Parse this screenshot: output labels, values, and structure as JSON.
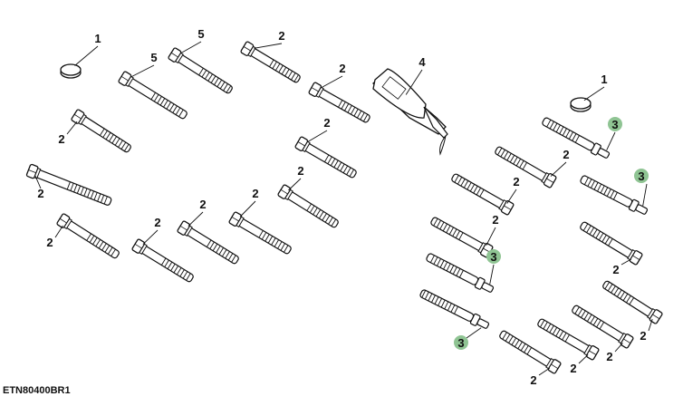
{
  "figure_id": "ETN80400BR1",
  "colors": {
    "highlight": "#8fc493",
    "line": "#111111"
  },
  "parts": [
    {
      "kind": "plug",
      "label": "1"
    },
    {
      "kind": "bolt",
      "label": "5"
    },
    {
      "kind": "bolt",
      "label": "5"
    },
    {
      "kind": "bolt",
      "label": "2"
    },
    {
      "kind": "bolt",
      "label": "2"
    },
    {
      "kind": "bolt",
      "label": "2"
    },
    {
      "kind": "bolt",
      "label": "2"
    },
    {
      "kind": "bolt",
      "label": "2"
    },
    {
      "kind": "bolt",
      "label": "2"
    },
    {
      "kind": "bolt",
      "label": "2"
    },
    {
      "kind": "bolt",
      "label": "2"
    },
    {
      "kind": "bolt",
      "label": "2"
    },
    {
      "kind": "bolt",
      "label": "2"
    },
    {
      "kind": "bottle",
      "label": "4"
    },
    {
      "kind": "plug",
      "label": "1"
    },
    {
      "kind": "stud",
      "label": "3",
      "highlight": true
    },
    {
      "kind": "bolt",
      "label": "2"
    },
    {
      "kind": "stud",
      "label": "3",
      "highlight": true
    },
    {
      "kind": "bolt",
      "label": "2"
    },
    {
      "kind": "bolt",
      "label": "2"
    },
    {
      "kind": "bolt",
      "label": "2"
    },
    {
      "kind": "stud",
      "label": "3",
      "highlight": true
    },
    {
      "kind": "bolt",
      "label": "2"
    },
    {
      "kind": "stud",
      "label": "3",
      "highlight": true
    },
    {
      "kind": "bolt",
      "label": "2"
    },
    {
      "kind": "bolt",
      "label": "2"
    },
    {
      "kind": "bolt",
      "label": "2"
    }
  ]
}
